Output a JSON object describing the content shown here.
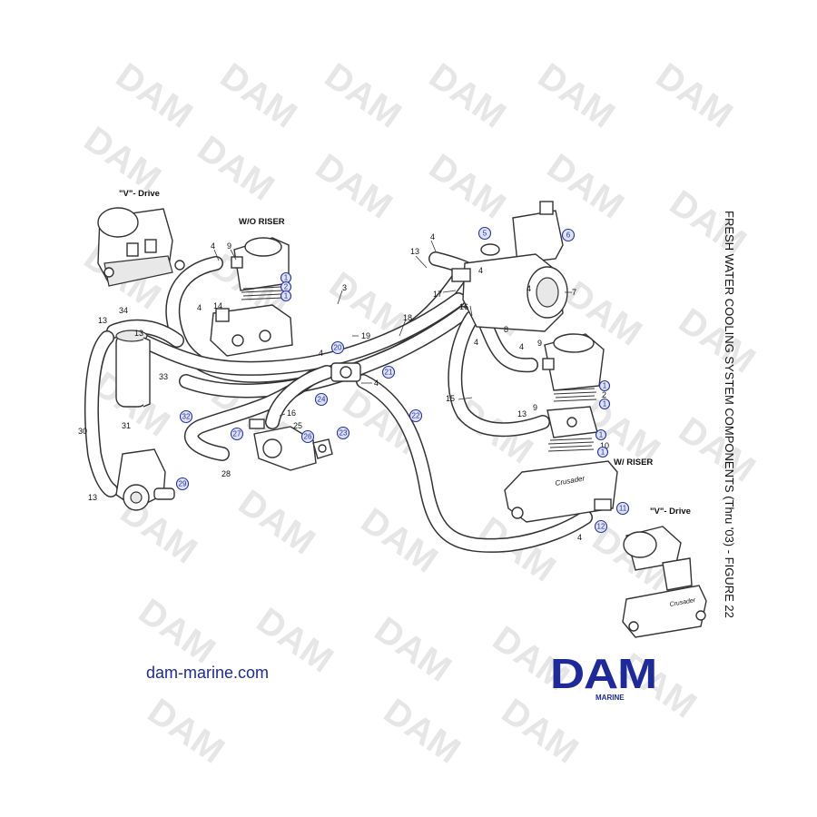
{
  "figure_title": "FRESH WATER COOLING SYSTEM COMPONENTS (Thru '03) - FIGURE 22",
  "website": "dam-marine.com",
  "logo": {
    "word": "DAM",
    "sub": "MARINE",
    "color": "#1e2a9c"
  },
  "watermark_text": "DAM",
  "captions": {
    "v_drive_top": "\"V\"- Drive",
    "wo_riser": "W/O RISER",
    "w_riser": "W/ RISER",
    "v_drive_bottom": "\"V\"- Drive"
  },
  "brand_on_manifold": "Crusader",
  "part_numbers": [
    "1",
    "2",
    "3",
    "4",
    "7",
    "8",
    "9",
    "10",
    "13",
    "14",
    "15",
    "16",
    "17",
    "18",
    "19",
    "25",
    "28",
    "30",
    "31",
    "33",
    "34"
  ],
  "reference_numbers": [
    "5",
    "6",
    "11",
    "12",
    "20",
    "21",
    "22",
    "23",
    "24",
    "26",
    "27",
    "29",
    "32"
  ],
  "colors": {
    "reference_blue": "#2433a6",
    "line": "#333333",
    "watermark": "#e6e6e6"
  }
}
